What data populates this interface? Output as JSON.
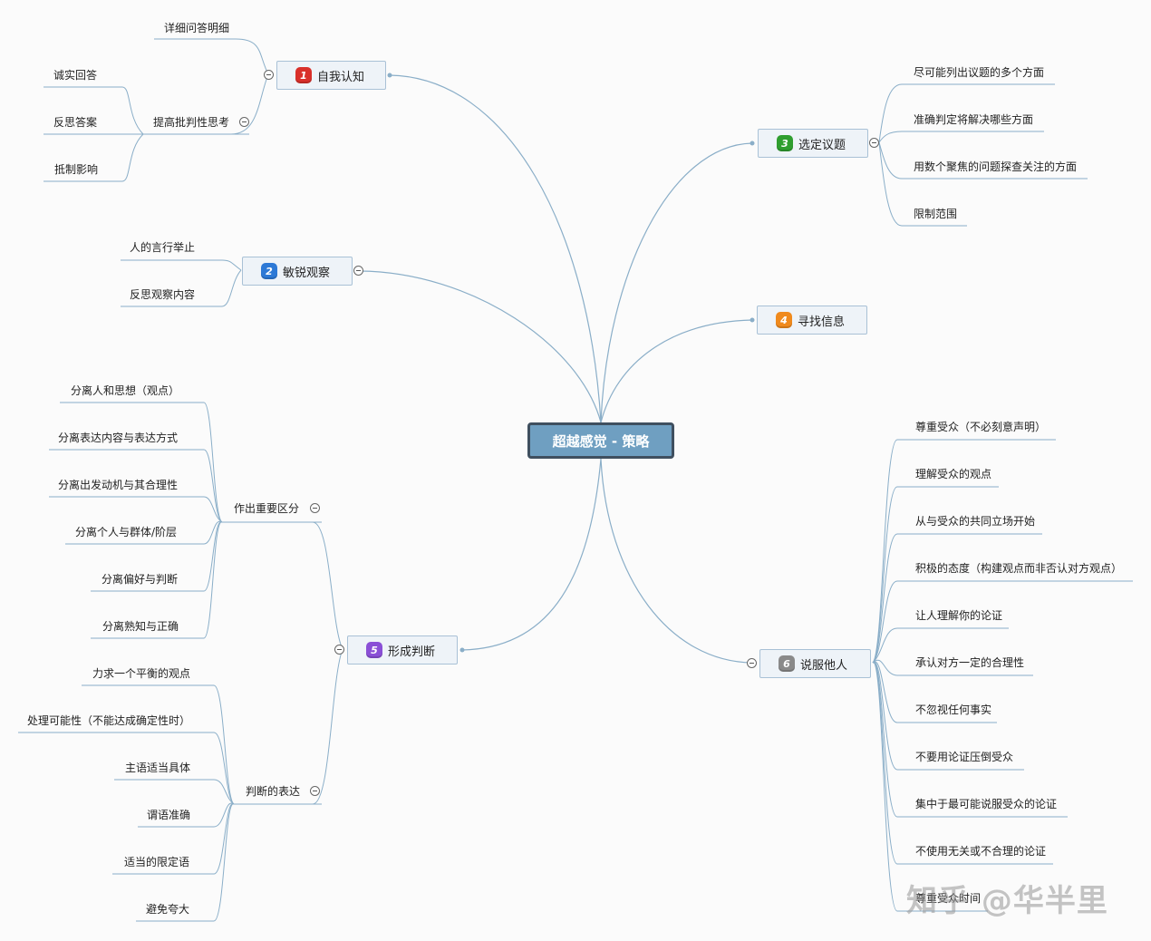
{
  "root": {
    "title": "超越感觉 - 策略"
  },
  "watermark": "知乎 @华半里",
  "colors": {
    "line": "#8aaec8",
    "badge1": "#d9302a",
    "badge2": "#2d79d6",
    "badge3": "#2f9e2f",
    "badge4": "#f08a1d",
    "badge5": "#8a4fd6",
    "badge6": "#8a8a8a"
  },
  "branches": [
    {
      "num": "1",
      "label": "自我认知",
      "color": "#d9302a",
      "children": [
        {
          "label": "详细问答明细"
        },
        {
          "label": "提高批判性思考",
          "children": [
            "诚实回答",
            "反思答案",
            "抵制影响"
          ]
        }
      ]
    },
    {
      "num": "2",
      "label": "敏锐观察",
      "color": "#2d79d6",
      "children": [
        {
          "label": "人的言行举止"
        },
        {
          "label": "反思观察内容"
        }
      ]
    },
    {
      "num": "3",
      "label": "选定议题",
      "color": "#2f9e2f",
      "children": [
        {
          "label": "尽可能列出议题的多个方面"
        },
        {
          "label": "准确判定将解决哪些方面"
        },
        {
          "label": "用数个聚焦的问题探查关注的方面"
        },
        {
          "label": "限制范围"
        }
      ]
    },
    {
      "num": "4",
      "label": "寻找信息",
      "color": "#f08a1d",
      "children": []
    },
    {
      "num": "5",
      "label": "形成判断",
      "color": "#8a4fd6",
      "children": [
        {
          "label": "作出重要区分",
          "children": [
            "分离人和思想（观点）",
            "分离表达内容与表达方式",
            "分离出发动机与其合理性",
            "分离个人与群体/阶层",
            "分离偏好与判断",
            "分离熟知与正确"
          ]
        },
        {
          "label": "判断的表达",
          "children": [
            "力求一个平衡的观点",
            "处理可能性（不能达成确定性时）",
            "主语适当具体",
            "谓语准确",
            "适当的限定语",
            "避免夸大"
          ]
        }
      ]
    },
    {
      "num": "6",
      "label": "说服他人",
      "color": "#8a8a8a",
      "children": [
        {
          "label": "尊重受众（不必刻意声明）"
        },
        {
          "label": "理解受众的观点"
        },
        {
          "label": "从与受众的共同立场开始"
        },
        {
          "label": "积极的态度（构建观点而非否认对方观点）"
        },
        {
          "label": "让人理解你的论证"
        },
        {
          "label": "承认对方一定的合理性"
        },
        {
          "label": "不忽视任何事实"
        },
        {
          "label": "不要用论证压倒受众"
        },
        {
          "label": "集中于最可能说服受众的论证"
        },
        {
          "label": "不使用无关或不合理的论证"
        },
        {
          "label": "尊重受众时间"
        }
      ]
    }
  ]
}
